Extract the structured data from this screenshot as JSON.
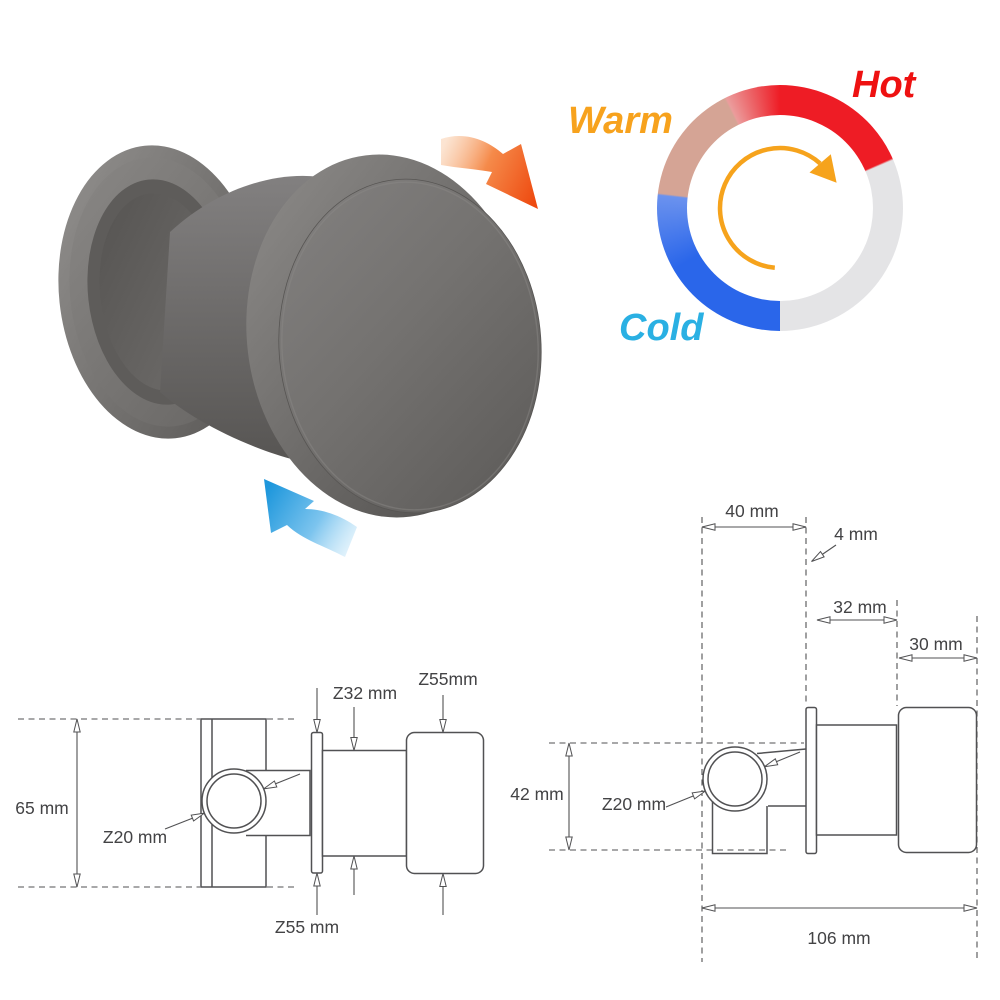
{
  "dial": {
    "labels": {
      "hot": "Hot",
      "warm": "Warm",
      "cold": "Cold"
    },
    "label_colors": {
      "hot": "#ee1111",
      "warm": "#f7a21d",
      "cold": "#2ab0e3"
    },
    "segments": [
      {
        "name": "hot",
        "from_deg": 333,
        "to_deg": 66,
        "color": "#ee1c25"
      },
      {
        "name": "neutral",
        "from_deg": 66,
        "to_deg": 180,
        "color": "#e4e4e6"
      },
      {
        "name": "cold",
        "from_deg": 180,
        "to_deg": 276,
        "color": "#2a66ea"
      },
      {
        "name": "warm",
        "from_deg": 276,
        "to_deg": 333,
        "color": "#d5a495"
      }
    ],
    "rotation_arrow_color": "#f6a31c",
    "rotation_direction": "clockwise"
  },
  "knob_illustration": {
    "finish_color": "#6f6d6b",
    "hot_direction_arrow_colors": [
      "#f9cfae",
      "#ee4a10"
    ],
    "cold_direction_arrow_colors": [
      "#d9effb",
      "#1e97dc"
    ]
  },
  "front_view": {
    "height": "65 mm",
    "pipe_diameter": "Ζ20 mm",
    "plate_diameter": "Ζ55 mm",
    "cartridge_diameter": "Ζ32 mm",
    "knob_diameter": "Ζ55mm"
  },
  "side_view": {
    "wall_depth": "40 mm",
    "plate_thickness": "4 mm",
    "body_length": "32 mm",
    "knob_length": "30 mm",
    "body_height": "42 mm",
    "pipe_diameter": "Ζ20 mm",
    "total_length": "106 mm"
  }
}
